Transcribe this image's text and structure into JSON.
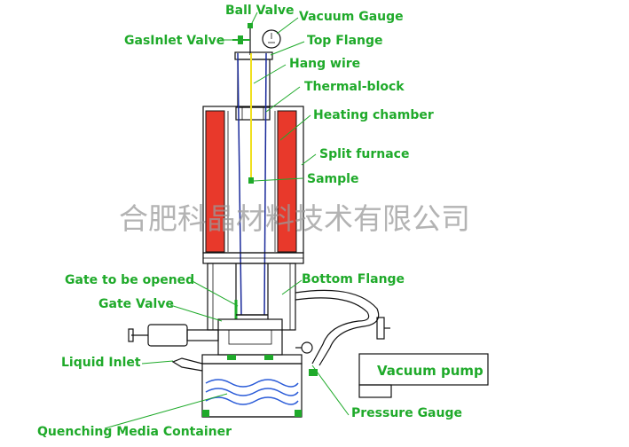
{
  "labels": {
    "ball_valve": "Ball Valve",
    "vacuum_gauge": "Vacuum Gauge",
    "gas_inlet_valve": "GasInlet Valve",
    "top_flange": "Top Flange",
    "hang_wire": "Hang wire",
    "thermal_block": "Thermal-block",
    "heating_chamber": "Heating chamber",
    "split_furnace": "Split furnace",
    "sample": "Sample",
    "gate_to_be_opened": "Gate to be opened",
    "bottom_flange": "Bottom Flange",
    "gate_valve": "Gate Valve",
    "liquid_inlet": "Liquid Inlet",
    "vacuum_pump": "Vacuum pump",
    "pressure_gauge": "Pressure Gauge",
    "quenching_media_container": "Quenching Media Container"
  },
  "watermark": "合肥科晶材料技术有限公司",
  "colors": {
    "label_green": "#1faa2a",
    "heater_red": "#e8392b",
    "wire_yellow": "#f0e020",
    "tube_blue": "#1a2a9a",
    "water_blue": "#2a5bd8",
    "line_black": "#111111"
  }
}
